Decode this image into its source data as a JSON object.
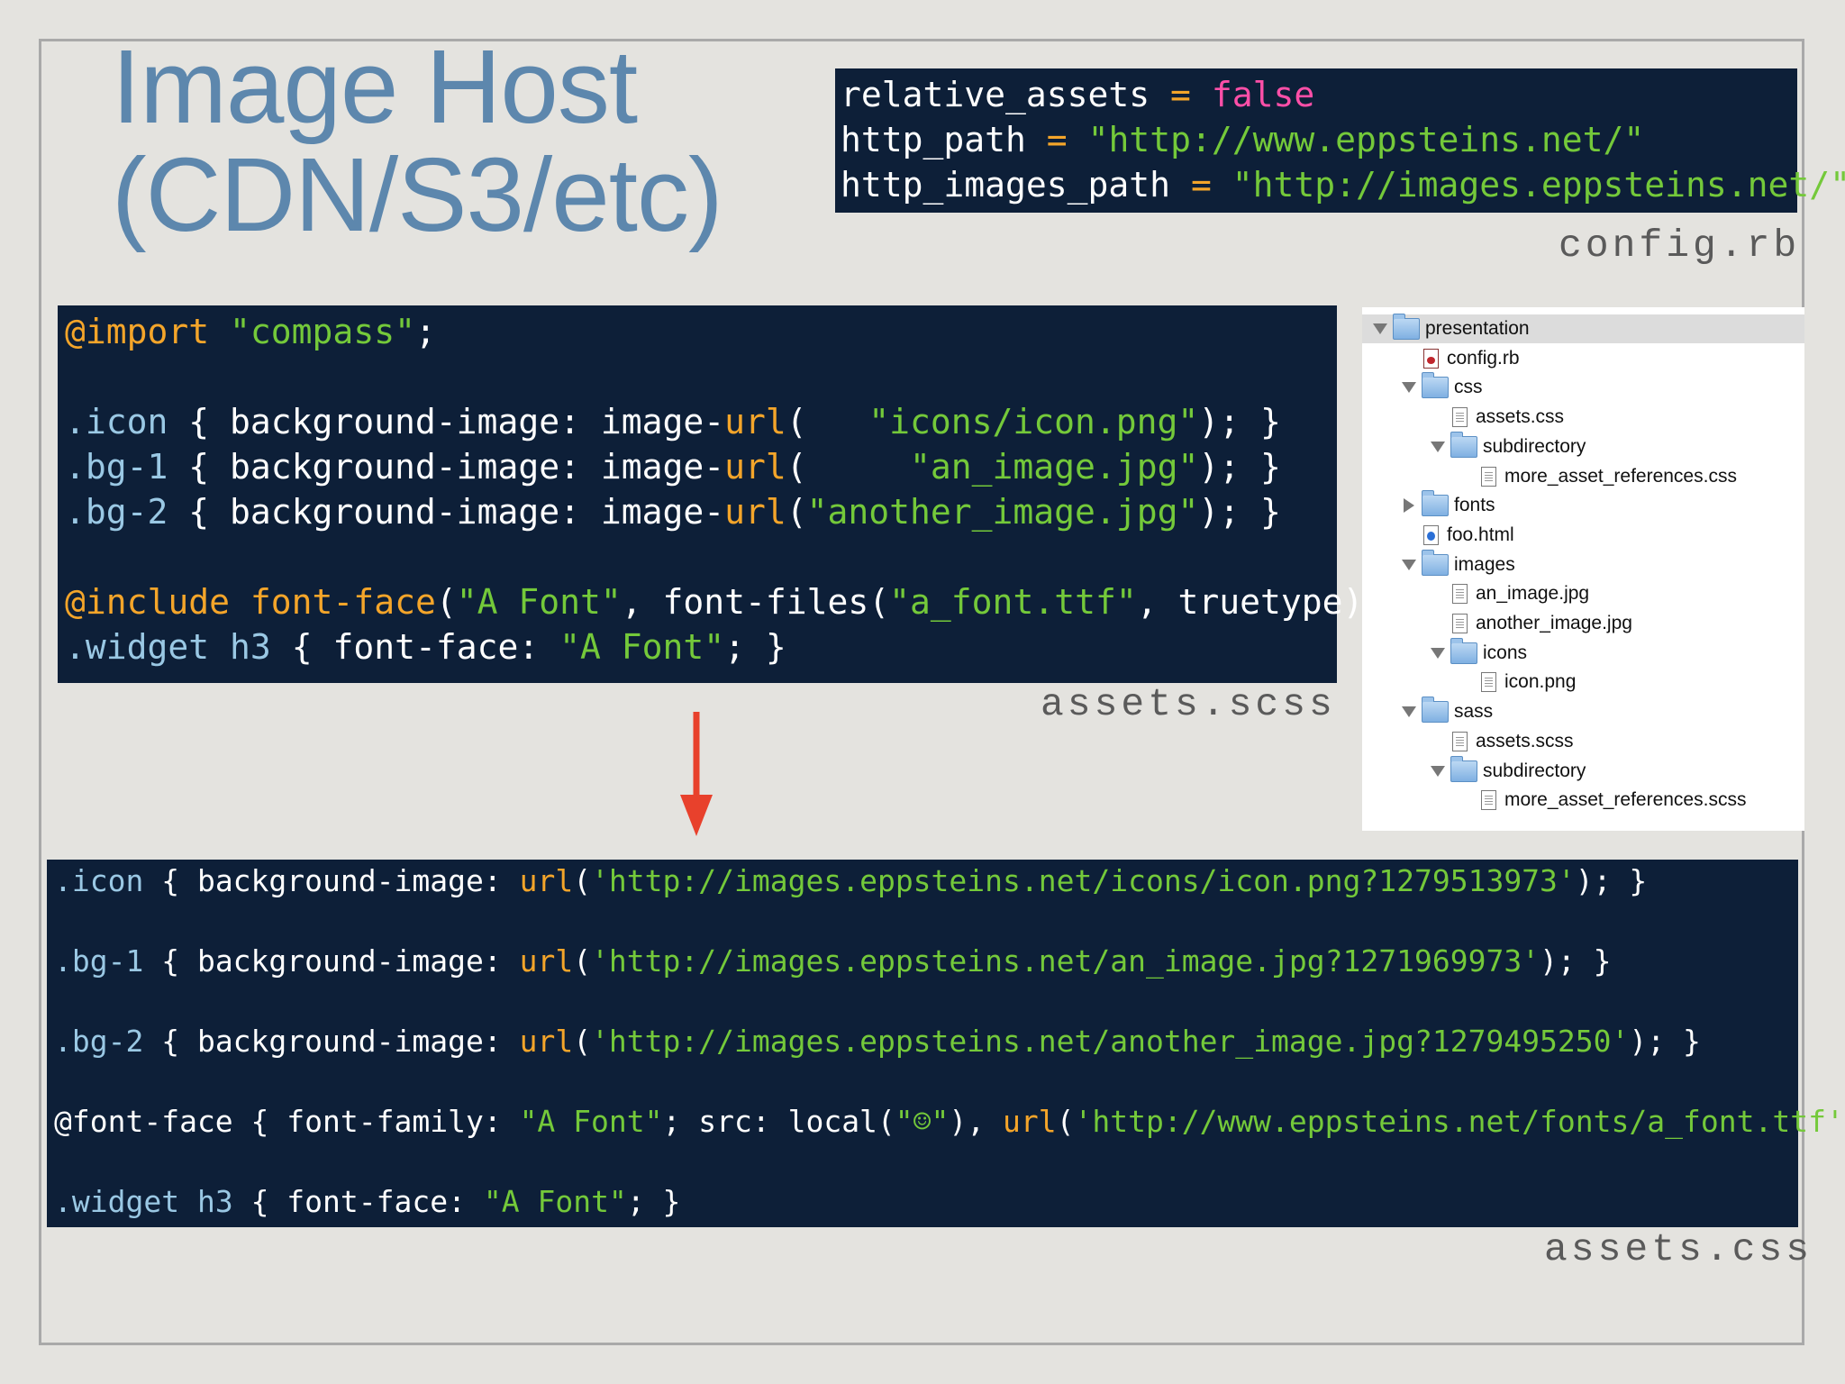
{
  "title": {
    "line1": "Image Host",
    "line2": "(CDN/S3/etc)"
  },
  "config": {
    "caption": "config.rb",
    "lines": [
      [
        [
          "k",
          "relative_assets "
        ],
        [
          "op",
          "="
        ],
        [
          "k",
          " "
        ],
        [
          "kw",
          "false"
        ]
      ],
      [
        [
          "k",
          "http_path "
        ],
        [
          "op",
          "="
        ],
        [
          "k",
          " "
        ],
        [
          "str",
          "\"http://www.eppsteins.net/\""
        ]
      ],
      [
        [
          "k",
          "http_images_path "
        ],
        [
          "op",
          "="
        ],
        [
          "k",
          " "
        ],
        [
          "str",
          "\"http://images.eppsteins.net/\""
        ]
      ]
    ]
  },
  "scss": {
    "caption": "assets.scss",
    "lines": [
      [
        [
          "at",
          "@import"
        ],
        [
          "k",
          " "
        ],
        [
          "str",
          "\"compass\""
        ],
        [
          "k",
          ";"
        ]
      ],
      [],
      [
        [
          "sel",
          ".icon"
        ],
        [
          "k",
          " { background-image: image-"
        ],
        [
          "fn",
          "url"
        ],
        [
          "k",
          "(   "
        ],
        [
          "str",
          "\"icons/icon.png\""
        ],
        [
          "k",
          "); }"
        ]
      ],
      [
        [
          "sel",
          ".bg-1"
        ],
        [
          "k",
          " { background-image: image-"
        ],
        [
          "fn",
          "url"
        ],
        [
          "k",
          "(     "
        ],
        [
          "str",
          "\"an_image.jpg\""
        ],
        [
          "k",
          "); }"
        ]
      ],
      [
        [
          "sel",
          ".bg-2"
        ],
        [
          "k",
          " { background-image: image-"
        ],
        [
          "fn",
          "url"
        ],
        [
          "k",
          "("
        ],
        [
          "str",
          "\"another_image.jpg\""
        ],
        [
          "k",
          "); }"
        ]
      ],
      [],
      [
        [
          "at",
          "@include"
        ],
        [
          "k",
          " "
        ],
        [
          "fn",
          "font-face"
        ],
        [
          "k",
          "("
        ],
        [
          "str",
          "\"A Font\""
        ],
        [
          "k",
          ", font-files("
        ],
        [
          "str",
          "\"a_font.ttf\""
        ],
        [
          "k",
          ", truetype));"
        ]
      ],
      [
        [
          "sel",
          ".widget"
        ],
        [
          "k",
          " "
        ],
        [
          "tag",
          "h3"
        ],
        [
          "k",
          " { font-face: "
        ],
        [
          "str",
          "\"A Font\""
        ],
        [
          "k",
          "; }"
        ]
      ]
    ]
  },
  "css": {
    "caption": "assets.css",
    "lines": [
      [
        [
          "sel",
          ".icon"
        ],
        [
          "k",
          " { background-image: "
        ],
        [
          "fn",
          "url"
        ],
        [
          "k",
          "("
        ],
        [
          "str",
          "'http://images.eppsteins.net/icons/icon.png?1279513973'"
        ],
        [
          "k",
          "); }"
        ]
      ],
      [],
      [
        [
          "sel",
          ".bg-1"
        ],
        [
          "k",
          " { background-image: "
        ],
        [
          "fn",
          "url"
        ],
        [
          "k",
          "("
        ],
        [
          "str",
          "'http://images.eppsteins.net/an_image.jpg?1271969973'"
        ],
        [
          "k",
          "); }"
        ]
      ],
      [],
      [
        [
          "sel",
          ".bg-2"
        ],
        [
          "k",
          " { background-image: "
        ],
        [
          "fn",
          "url"
        ],
        [
          "k",
          "("
        ],
        [
          "str",
          "'http://images.eppsteins.net/another_image.jpg?1279495250'"
        ],
        [
          "k",
          "); }"
        ]
      ],
      [],
      [
        [
          "k",
          "@font-face { font-family: "
        ],
        [
          "str",
          "\"A Font\""
        ],
        [
          "k",
          "; src: local("
        ],
        [
          "str",
          "\"☺\""
        ],
        [
          "k",
          "), "
        ],
        [
          "fn",
          "url"
        ],
        [
          "k",
          "("
        ],
        [
          "str",
          "'http://www.eppsteins.net/fonts/a_font.ttf'"
        ],
        [
          "k",
          ")"
        ]
      ],
      [],
      [
        [
          "sel",
          ".widget"
        ],
        [
          "k",
          " "
        ],
        [
          "tag",
          "h3"
        ],
        [
          "k",
          " { font-face: "
        ],
        [
          "str",
          "\"A Font\""
        ],
        [
          "k",
          "; }"
        ]
      ]
    ]
  },
  "tree": [
    {
      "label": "presentation",
      "kind": "folder",
      "open": true,
      "depth": 0,
      "selected": true
    },
    {
      "label": "config.rb",
      "kind": "rb",
      "depth": 1
    },
    {
      "label": "css",
      "kind": "folder",
      "open": true,
      "depth": 1
    },
    {
      "label": "assets.css",
      "kind": "file",
      "depth": 2
    },
    {
      "label": "subdirectory",
      "kind": "folder",
      "open": true,
      "depth": 2
    },
    {
      "label": "more_asset_references.css",
      "kind": "file",
      "depth": 3
    },
    {
      "label": "fonts",
      "kind": "folder",
      "open": false,
      "depth": 1
    },
    {
      "label": "foo.html",
      "kind": "html",
      "depth": 1
    },
    {
      "label": "images",
      "kind": "folder",
      "open": true,
      "depth": 1
    },
    {
      "label": "an_image.jpg",
      "kind": "file",
      "depth": 2
    },
    {
      "label": "another_image.jpg",
      "kind": "file",
      "depth": 2
    },
    {
      "label": "icons",
      "kind": "folder",
      "open": true,
      "depth": 2
    },
    {
      "label": "icon.png",
      "kind": "file",
      "depth": 3
    },
    {
      "label": "sass",
      "kind": "folder",
      "open": true,
      "depth": 1
    },
    {
      "label": "assets.scss",
      "kind": "file",
      "depth": 2
    },
    {
      "label": "subdirectory",
      "kind": "folder",
      "open": true,
      "depth": 2
    },
    {
      "label": "more_asset_references.scss",
      "kind": "file",
      "depth": 3
    }
  ],
  "colors": {
    "code_bg": "#0d1f38",
    "string": "#74c93a",
    "keyword_false": "#ff4fa8",
    "selector": "#9ac8e4",
    "directive": "#f4a52a",
    "title": "#5d87ad",
    "arrow": "#e8412c"
  }
}
